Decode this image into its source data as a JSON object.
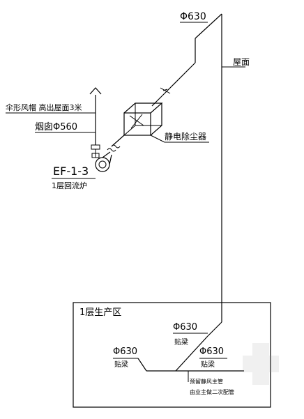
{
  "labels": {
    "top_diameter": "Φ630",
    "roof": "屋面",
    "umbrella_cap": "伞形风帽 高出屋面3米",
    "chimney": "烟囱Φ560",
    "precipitator": "静电除尘器",
    "fan_code": "EF-1-3",
    "fan_desc": "1层回流炉",
    "zone": "1层生产区",
    "dia_mid": "Φ630",
    "beam_mid": "贴梁",
    "dia_left": "Φ630",
    "beam_left": "贴梁",
    "dia_right": "Φ630",
    "beam_right": "贴梁",
    "note_line1": "预留静风主管",
    "note_line2": "由业主做二次配管"
  }
}
